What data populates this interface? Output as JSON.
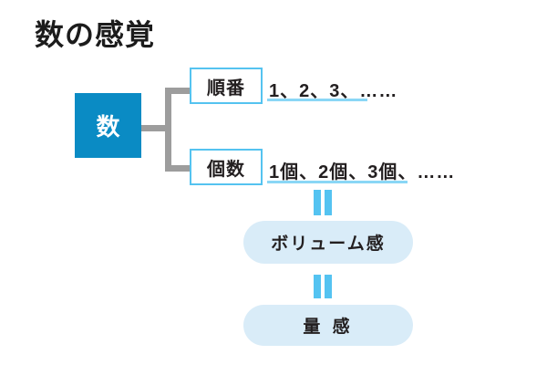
{
  "title": "数の感覚",
  "tree": {
    "root": "数",
    "branches": [
      {
        "label": "順番",
        "example": "1、2、3、……"
      },
      {
        "label": "個数",
        "example": "1個、2個、3個、……"
      }
    ]
  },
  "equivalence": {
    "first": "ボリューム感",
    "second": "量 感"
  },
  "icons": {
    "equals_icon": "rotated equals sign (double bars)"
  },
  "colors": {
    "root_box_blue": "#0a8bc4",
    "branch_border_sky": "#55c3f0",
    "underline_sky": "#8ad7f6",
    "equals_sky": "#54c3f1",
    "pill_light_blue": "#d9ecf8",
    "connector_gray": "#9d9d9d",
    "text_black": "#231f20"
  }
}
